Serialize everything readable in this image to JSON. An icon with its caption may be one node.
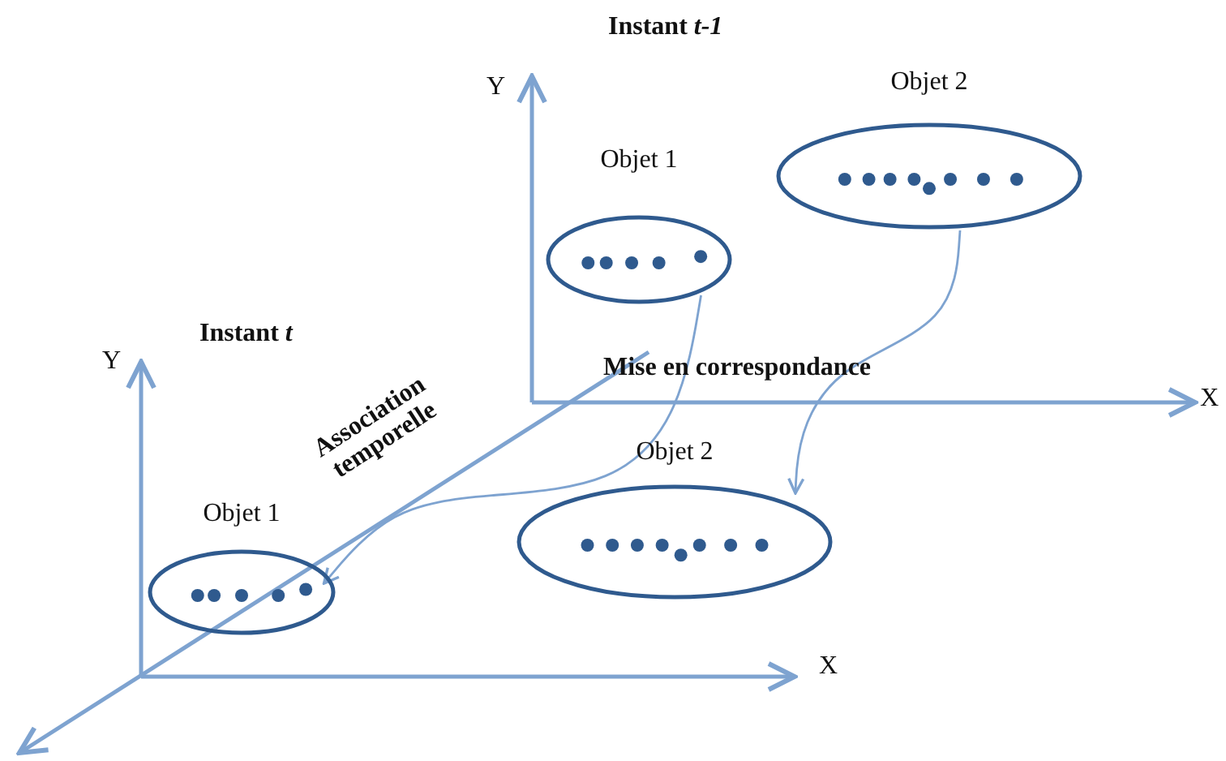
{
  "diagram": {
    "nodes": [
      {
        "text": [
          "Objet 1"
        ]
      },
      {
        "text": [
          "Objet 2"
        ]
      },
      {
        "text": [
          "Objet 1"
        ]
      },
      {
        "text": [
          "Objet 2"
        ]
      }
    ],
    "edges": [
      {
        "from": 0,
        "to": 2,
        "arrow": "to"
      },
      {
        "from": 1,
        "to": 3,
        "arrow": "to"
      }
    ],
    "labels": [
      "Instant *t-1*",
      "Y",
      "X",
      "Instant *t*",
      "Y",
      "Mise en correspondance",
      "Association temporelle",
      "X"
    ]
  }
}
